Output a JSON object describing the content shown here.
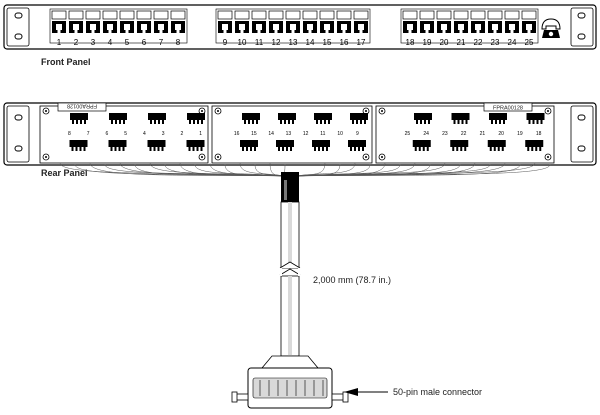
{
  "front_panel": {
    "label": "Front Panel",
    "port_numbers": [
      "1",
      "2",
      "3",
      "4",
      "5",
      "6",
      "7",
      "8",
      "9",
      "10",
      "11",
      "12",
      "13",
      "14",
      "15",
      "16",
      "17",
      "18",
      "19",
      "20",
      "21",
      "22",
      "23",
      "24",
      "25"
    ]
  },
  "rear_panel": {
    "label": "Rear Panel",
    "left_tag": "FPRA00128",
    "right_tag": "FPRA00128",
    "board_left_codes": [
      "8",
      "7",
      "6",
      "5",
      "4",
      "3",
      "2",
      "1"
    ],
    "board_mid_codes": [
      "16",
      "15",
      "14",
      "13",
      "12",
      "11",
      "10",
      "9"
    ],
    "board_right_codes": [
      "25",
      "24",
      "23",
      "22",
      "21",
      "20",
      "19",
      "18"
    ]
  },
  "cable": {
    "length_label": "2,000 mm (78.7 in.)",
    "connector_label": "50-pin male connector"
  },
  "colors": {
    "line": "#000000",
    "panel_fill": "#ffffff",
    "cable_light": "#d9d9d9"
  },
  "icons": {
    "phone": "telephone-icon"
  }
}
